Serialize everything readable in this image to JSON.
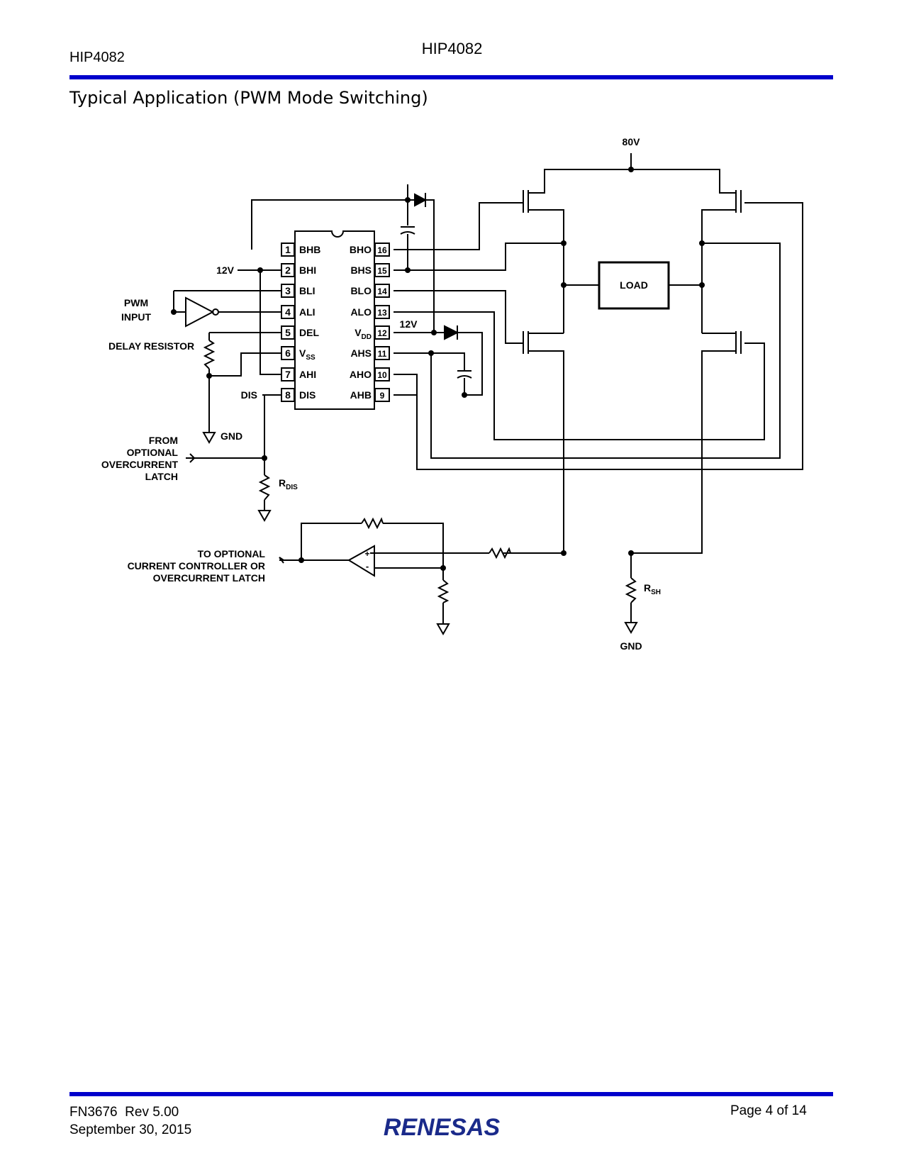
{
  "header": {
    "title_center": "HIP4082",
    "title_left": "HIP4082"
  },
  "section": {
    "title": "Typical Application (PWM Mode Switching)"
  },
  "schematic": {
    "ic_pins_left": [
      {
        "num": "1",
        "name": "BHB"
      },
      {
        "num": "2",
        "name": "BHI"
      },
      {
        "num": "3",
        "name": "BLI"
      },
      {
        "num": "4",
        "name": "ALI"
      },
      {
        "num": "5",
        "name": "DEL"
      },
      {
        "num": "6",
        "name": "V",
        "sub": "SS"
      },
      {
        "num": "7",
        "name": "AHI"
      },
      {
        "num": "8",
        "name": "DIS"
      }
    ],
    "ic_pins_right": [
      {
        "num": "16",
        "name": "BHO"
      },
      {
        "num": "15",
        "name": "BHS"
      },
      {
        "num": "14",
        "name": "BLO"
      },
      {
        "num": "13",
        "name": "ALO"
      },
      {
        "num": "12",
        "name": "V",
        "sub": "DD"
      },
      {
        "num": "11",
        "name": "AHS"
      },
      {
        "num": "10",
        "name": "AHO"
      },
      {
        "num": "9",
        "name": "AHB"
      }
    ],
    "labels": {
      "supply_80v": "80V",
      "bhi_12v": "12V",
      "vdd_12v": "12V",
      "pwm_line1": "PWM",
      "pwm_line2": "INPUT",
      "delay_resistor": "DELAY RESISTOR",
      "dis": "DIS",
      "gnd_left": "GND",
      "from_line1": "FROM",
      "from_line2": "OPTIONAL",
      "from_line3": "OVERCURRENT",
      "from_line4": "LATCH",
      "rdis_main": "R",
      "rdis_sub": "DIS",
      "load": "LOAD",
      "to_line1": "TO OPTIONAL",
      "to_line2": "CURRENT CONTROLLER OR",
      "to_line3": "OVERCURRENT LATCH",
      "rsh_main": "R",
      "rsh_sub": "SH",
      "gnd_bottom": "GND",
      "opamp_plus": "+",
      "opamp_minus": "-"
    }
  },
  "footer": {
    "doc_id": "FN3676  Rev 5.00",
    "date": "September 30, 2015",
    "page": "Page 4 of 14",
    "logo_text": "RENESAS"
  },
  "colors": {
    "rule": "#0000cc",
    "logo": "#1a2a8a"
  }
}
